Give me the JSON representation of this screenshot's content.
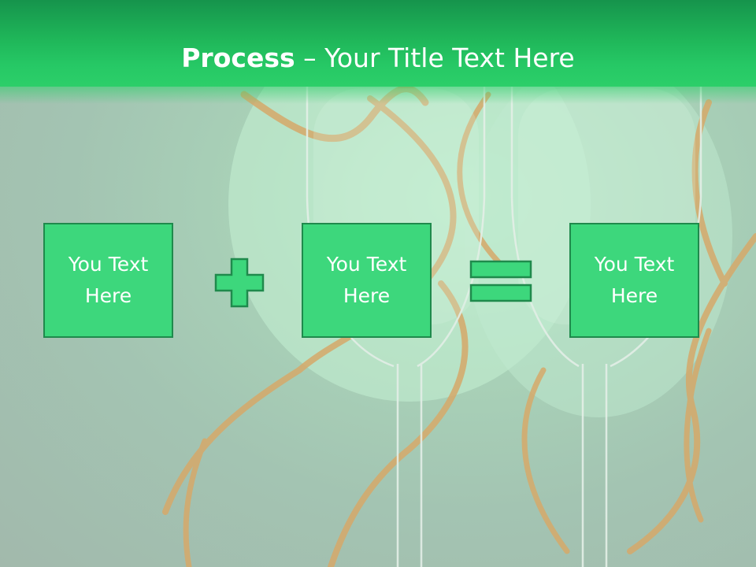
{
  "slide": {
    "title_bold": "Process",
    "title_rest": " – Your Title Text Here",
    "boxes": [
      {
        "label": "You Text Here"
      },
      {
        "label": "You Text Here"
      },
      {
        "label": "You Text Here"
      }
    ],
    "operators": [
      "plus-icon",
      "equals-icon"
    ],
    "colors": {
      "header": "#26c865",
      "box_fill": "#3dd77c",
      "box_border": "#1f8a4c",
      "text": "#ffffff",
      "ribbon": "#d6a96a"
    }
  }
}
